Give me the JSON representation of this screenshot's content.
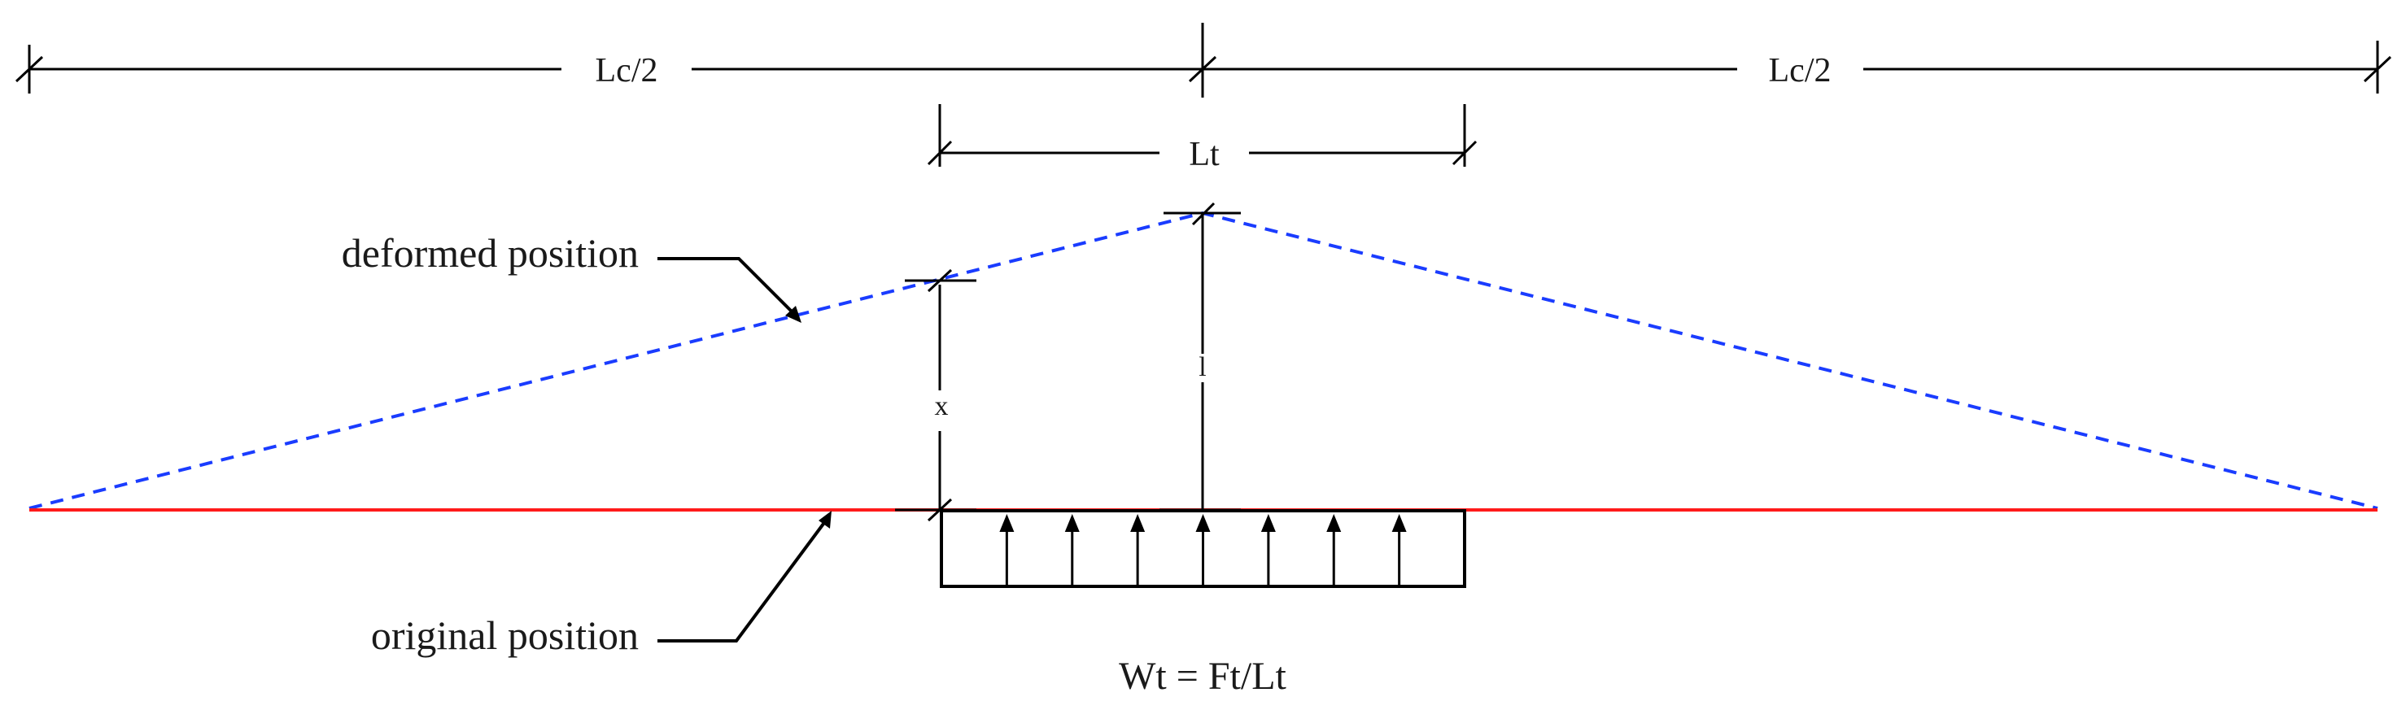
{
  "labels": {
    "half_span_left": "Lc/2",
    "half_span_right": "Lc/2",
    "tributary_length": "Lt",
    "deformed_position": "deformed position",
    "original_position": "original position",
    "x_deflection": "x",
    "max_deflection": "l",
    "load_equation": "Wt = Ft/Lt"
  },
  "colors": {
    "deformed_line": "#1a3cff",
    "original_line": "#ff1a1a",
    "linework": "#000000",
    "text": "#1a1a1a"
  },
  "load_arrow_count": 7
}
